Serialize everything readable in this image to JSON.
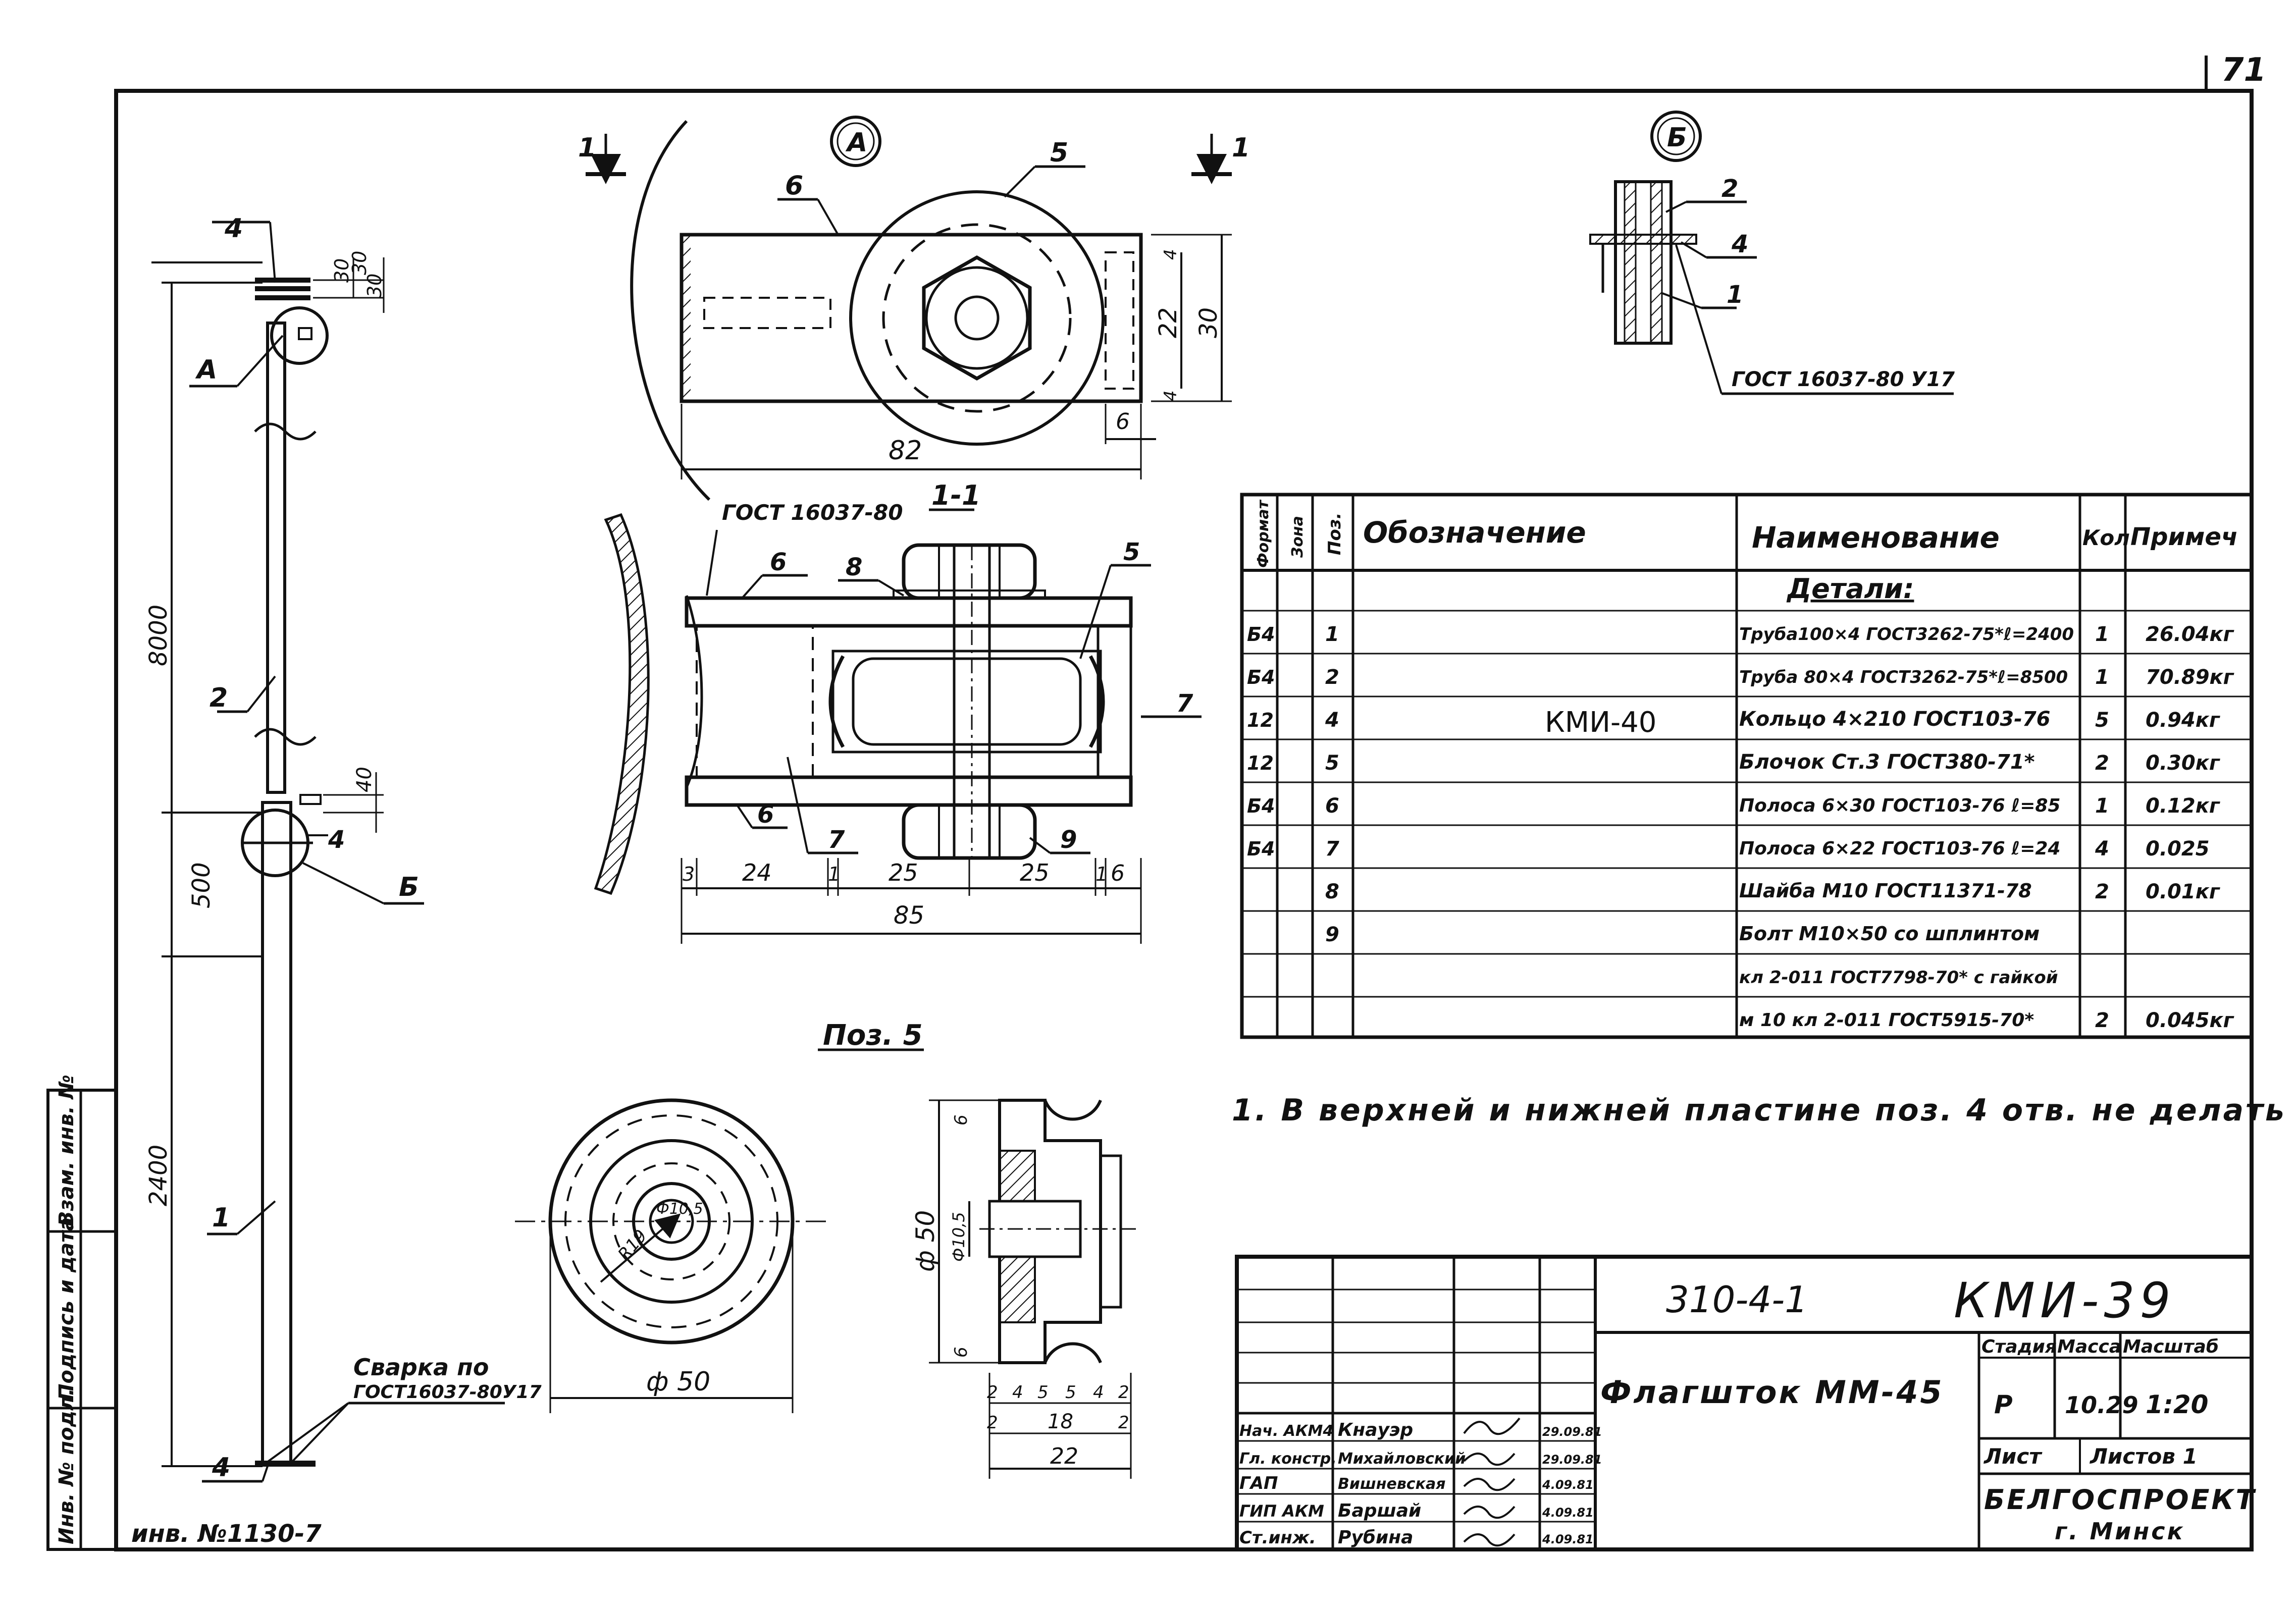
{
  "page": {
    "sheet_number": "71",
    "inventory": "инв. №1130-7"
  },
  "views": {
    "view_a_label": "А",
    "view_b_label": "Б",
    "section_label": "1-1",
    "section_mark": "1",
    "pos5_label": "Поз. 5"
  },
  "dims": {
    "d30a": "30",
    "d30b": "30",
    "d30c": "30",
    "d8000": "8000",
    "d500": "500",
    "d2400": "2400",
    "d40": "40",
    "d82": "82",
    "d22": "22",
    "d30": "30",
    "d4a": "4",
    "d4b": "4",
    "d6": "6",
    "d3": "3",
    "d24": "24",
    "d1": "1",
    "d25a": "25",
    "d25b": "25",
    "d1b": "1",
    "d6b": "6",
    "d85": "85",
    "d_phi50": "ф 50",
    "d_r19": "R19",
    "d_phi105": "Ф10,5",
    "d_phi50v": "ф 50",
    "d_phi105v": "Ф10,5",
    "d6v": "6",
    "d6v2": "6",
    "d2a": "2",
    "d4c": "4",
    "d5a": "5",
    "d5b": "5",
    "d4d": "4",
    "d2b": "2",
    "d2c": "2",
    "d18": "18",
    "d2d": "2",
    "d22b": "22"
  },
  "callouts": {
    "p1": "1",
    "p2": "2",
    "p4": "4",
    "p4b": "4",
    "p4c": "4",
    "pA": "А",
    "pB": "Б",
    "p5": "5",
    "p6": "6",
    "p6b": "6",
    "p6c": "6",
    "p7": "7",
    "p7b": "7",
    "p8": "8",
    "p9": "9",
    "p5b": "5",
    "pb2": "2",
    "pb4": "4",
    "pb1": "1"
  },
  "notes": {
    "gost_weld_b": "ГОСТ 16037-80 У17",
    "gost_section": "ГОСТ 16037-80",
    "weld_line1": "Сварка по",
    "weld_line2": "ГОСТ16037-80У17",
    "note1": "1. В верхней и нижней пластине поз. 4 отв. не делать"
  },
  "spec": {
    "headers": {
      "format": "Формат",
      "zone": "Зона",
      "pos": "Поз.",
      "designation": "Обозначение",
      "name": "Наименование",
      "qty": "Кол",
      "note": "Примеч"
    },
    "section_title": "Детали:",
    "designation_value": "КМИ-40",
    "rows": [
      {
        "format": "Б4",
        "pos": "1",
        "name": "Труба100×4 ГОСТ3262-75*ℓ=2400",
        "qty": "1",
        "note": "26.04кг"
      },
      {
        "format": "Б4",
        "pos": "2",
        "name": "Труба 80×4 ГОСТ3262-75*ℓ=8500",
        "qty": "1",
        "note": "70.89кг"
      },
      {
        "format": "12",
        "pos": "4",
        "name": "Кольцо 4×210 ГОСТ103-76",
        "qty": "5",
        "note": "0.94кг"
      },
      {
        "format": "12",
        "pos": "5",
        "name": "Блочок Ст.3 ГОСТ380-71*",
        "qty": "2",
        "note": "0.30кг"
      },
      {
        "format": "Б4",
        "pos": "6",
        "name": "Полоса 6×30 ГОСТ103-76 ℓ=85",
        "qty": "1",
        "note": "0.12кг"
      },
      {
        "format": "Б4",
        "pos": "7",
        "name": "Полоса 6×22 ГОСТ103-76 ℓ=24",
        "qty": "4",
        "note": "0.025"
      },
      {
        "format": "",
        "pos": "8",
        "name": "Шайба М10 ГОСТ11371-78",
        "qty": "2",
        "note": "0.01кг"
      },
      {
        "format": "",
        "pos": "9",
        "name": "Болт М10×50 со шплинтом",
        "qty": "",
        "note": ""
      },
      {
        "format": "",
        "pos": "",
        "name": "кл 2-011 ГОСТ7798-70* с гайкой",
        "qty": "",
        "note": ""
      },
      {
        "format": "",
        "pos": "",
        "name": "м 10 кл 2-011 ГОСТ5915-70*",
        "qty": "2",
        "note": "0.045кг"
      }
    ]
  },
  "title_block": {
    "series": "310-4-1",
    "code": "КМИ-39",
    "title": "Флагшток ММ-45",
    "stage_h": "Стадия",
    "mass_h": "Масса",
    "scale_h": "Масштаб",
    "stage": "Р",
    "mass": "10.29",
    "scale": "1:20",
    "sheet_h": "Лист",
    "sheets_h": "Листов 1",
    "org": "БЕЛГОСПРОЕКТ",
    "city": "г. Минск",
    "signers": [
      {
        "role": "Нач. АКМ4",
        "name": "Кнауэр",
        "date": "29.09.81"
      },
      {
        "role": "Гл. констр.",
        "name": "Михайловский",
        "date": "29.09.81"
      },
      {
        "role": "ГАП",
        "name": "Вишневская",
        "date": "4.09.81"
      },
      {
        "role": "ГИП АКМ",
        "name": "Баршай",
        "date": "4.09.81"
      },
      {
        "role": "Ст.инж.",
        "name": "Рубина",
        "date": "4.09.81"
      }
    ]
  },
  "side_stamp": {
    "inv": "Инв. № подл.",
    "sign": "Подпись и дата",
    "vzam": "Взам. инв. №"
  }
}
